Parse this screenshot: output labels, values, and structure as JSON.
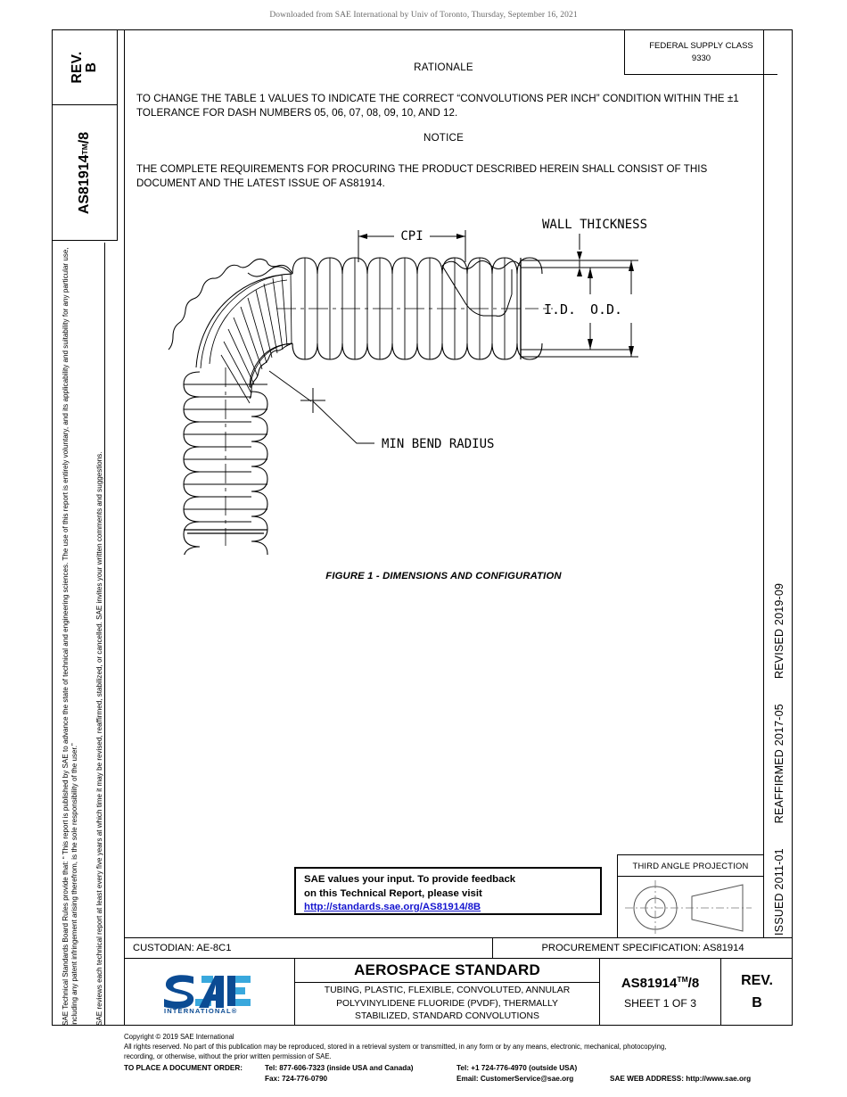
{
  "download_banner": "Downloaded from SAE International by Univ of Toronto, Thursday, September 16, 2021",
  "left_tabs": {
    "rev_label": "REV.",
    "rev_value": "B",
    "doc_label": "AS81914",
    "doc_tm": "TM",
    "doc_suffix": "/8"
  },
  "legal": {
    "line1": "SAE Technical Standards Board Rules provide that: “ This report is published by SAE to advance the state of technical and engineering sciences. The use of this report is entirely voluntary, and its applicability and suitability for any particular use, including any patent infringement arising therefrom, is the sole responsibility of the user.”",
    "line2": "SAE reviews each technical report at least every five years at which time it may be revised, reaffirmed, stabilized, or cancelled. SAE invites your written comments and suggestions."
  },
  "dates": {
    "issued": "ISSUED 2011-01",
    "reaffirmed": "REAFFIRMED 2017-05",
    "revised": "REVISED 2019-09"
  },
  "federal_supply_class": {
    "label": "FEDERAL SUPPLY CLASS",
    "value": "9330"
  },
  "rationale": {
    "heading": "RATIONALE",
    "body": "TO CHANGE THE TABLE 1 VALUES TO INDICATE THE CORRECT “CONVOLUTIONS PER INCH” CONDITION WITHIN THE ±1 TOLERANCE FOR DASH NUMBERS 05, 06, 07, 08, 09, 10, AND 12."
  },
  "notice": {
    "heading": "NOTICE",
    "body": "THE COMPLETE REQUIREMENTS FOR PROCURING THE PRODUCT DESCRIBED HEREIN SHALL CONSIST OF THIS DOCUMENT AND THE LATEST ISSUE OF AS81914."
  },
  "figure": {
    "caption": "FIGURE 1 - DIMENSIONS AND CONFIGURATION",
    "labels": {
      "cpi": "CPI",
      "wall_thickness": "WALL THICKNESS",
      "id": "I.D.",
      "od": "O.D.",
      "min_bend_radius": "MIN BEND RADIUS"
    }
  },
  "feedback": {
    "line1": "SAE values your input. To provide feedback",
    "line2": "on this Technical Report, please visit",
    "url": "http://standards.sae.org/AS81914/8B"
  },
  "third_angle_projection": {
    "title": "THIRD ANGLE PROJECTION"
  },
  "custodian_row": {
    "custodian": "CUSTODIAN: AE-8C1",
    "procurement": "PROCUREMENT SPECIFICATION: AS81914"
  },
  "title_block": {
    "logo_text": "SAE",
    "logo_sub": "INTERNATIONAL®",
    "standard_type": "AEROSPACE STANDARD",
    "title_line1": "TUBING, PLASTIC, FLEXIBLE, CONVOLUTED, ANNULAR",
    "title_line2": "POLYVINYLIDENE FLUORIDE (PVDF), THERMALLY",
    "title_line3": "STABILIZED, STANDARD CONVOLUTIONS",
    "doc_number": "AS81914",
    "doc_tm": "TM",
    "doc_suffix": "/8",
    "sheet": "SHEET 1 OF 3",
    "rev_label": "REV.",
    "rev_value": "B"
  },
  "footer": {
    "copyright": "Copyright © 2019 SAE International",
    "rights1": "All rights reserved. No part of this publication may be reproduced, stored in a retrieval system or transmitted, in any form or by any means, electronic, mechanical, photocopying,",
    "rights2": "recording, or otherwise, without the prior written permission of SAE.",
    "order_label": "TO PLACE A DOCUMENT ORDER:",
    "tel_inside": "Tel: 877-606-7323 (inside USA and Canada)",
    "tel_outside": "Tel: +1 724-776-4970 (outside USA)",
    "fax": "Fax: 724-776-0790",
    "email": "Email: CustomerService@sae.org",
    "web": "SAE WEB ADDRESS: http://www.sae.org"
  },
  "colors": {
    "logo_dark": "#0b4b93",
    "logo_light": "#39a8dd",
    "link": "#1515cf",
    "banner_gray": "#6a6a6a"
  }
}
